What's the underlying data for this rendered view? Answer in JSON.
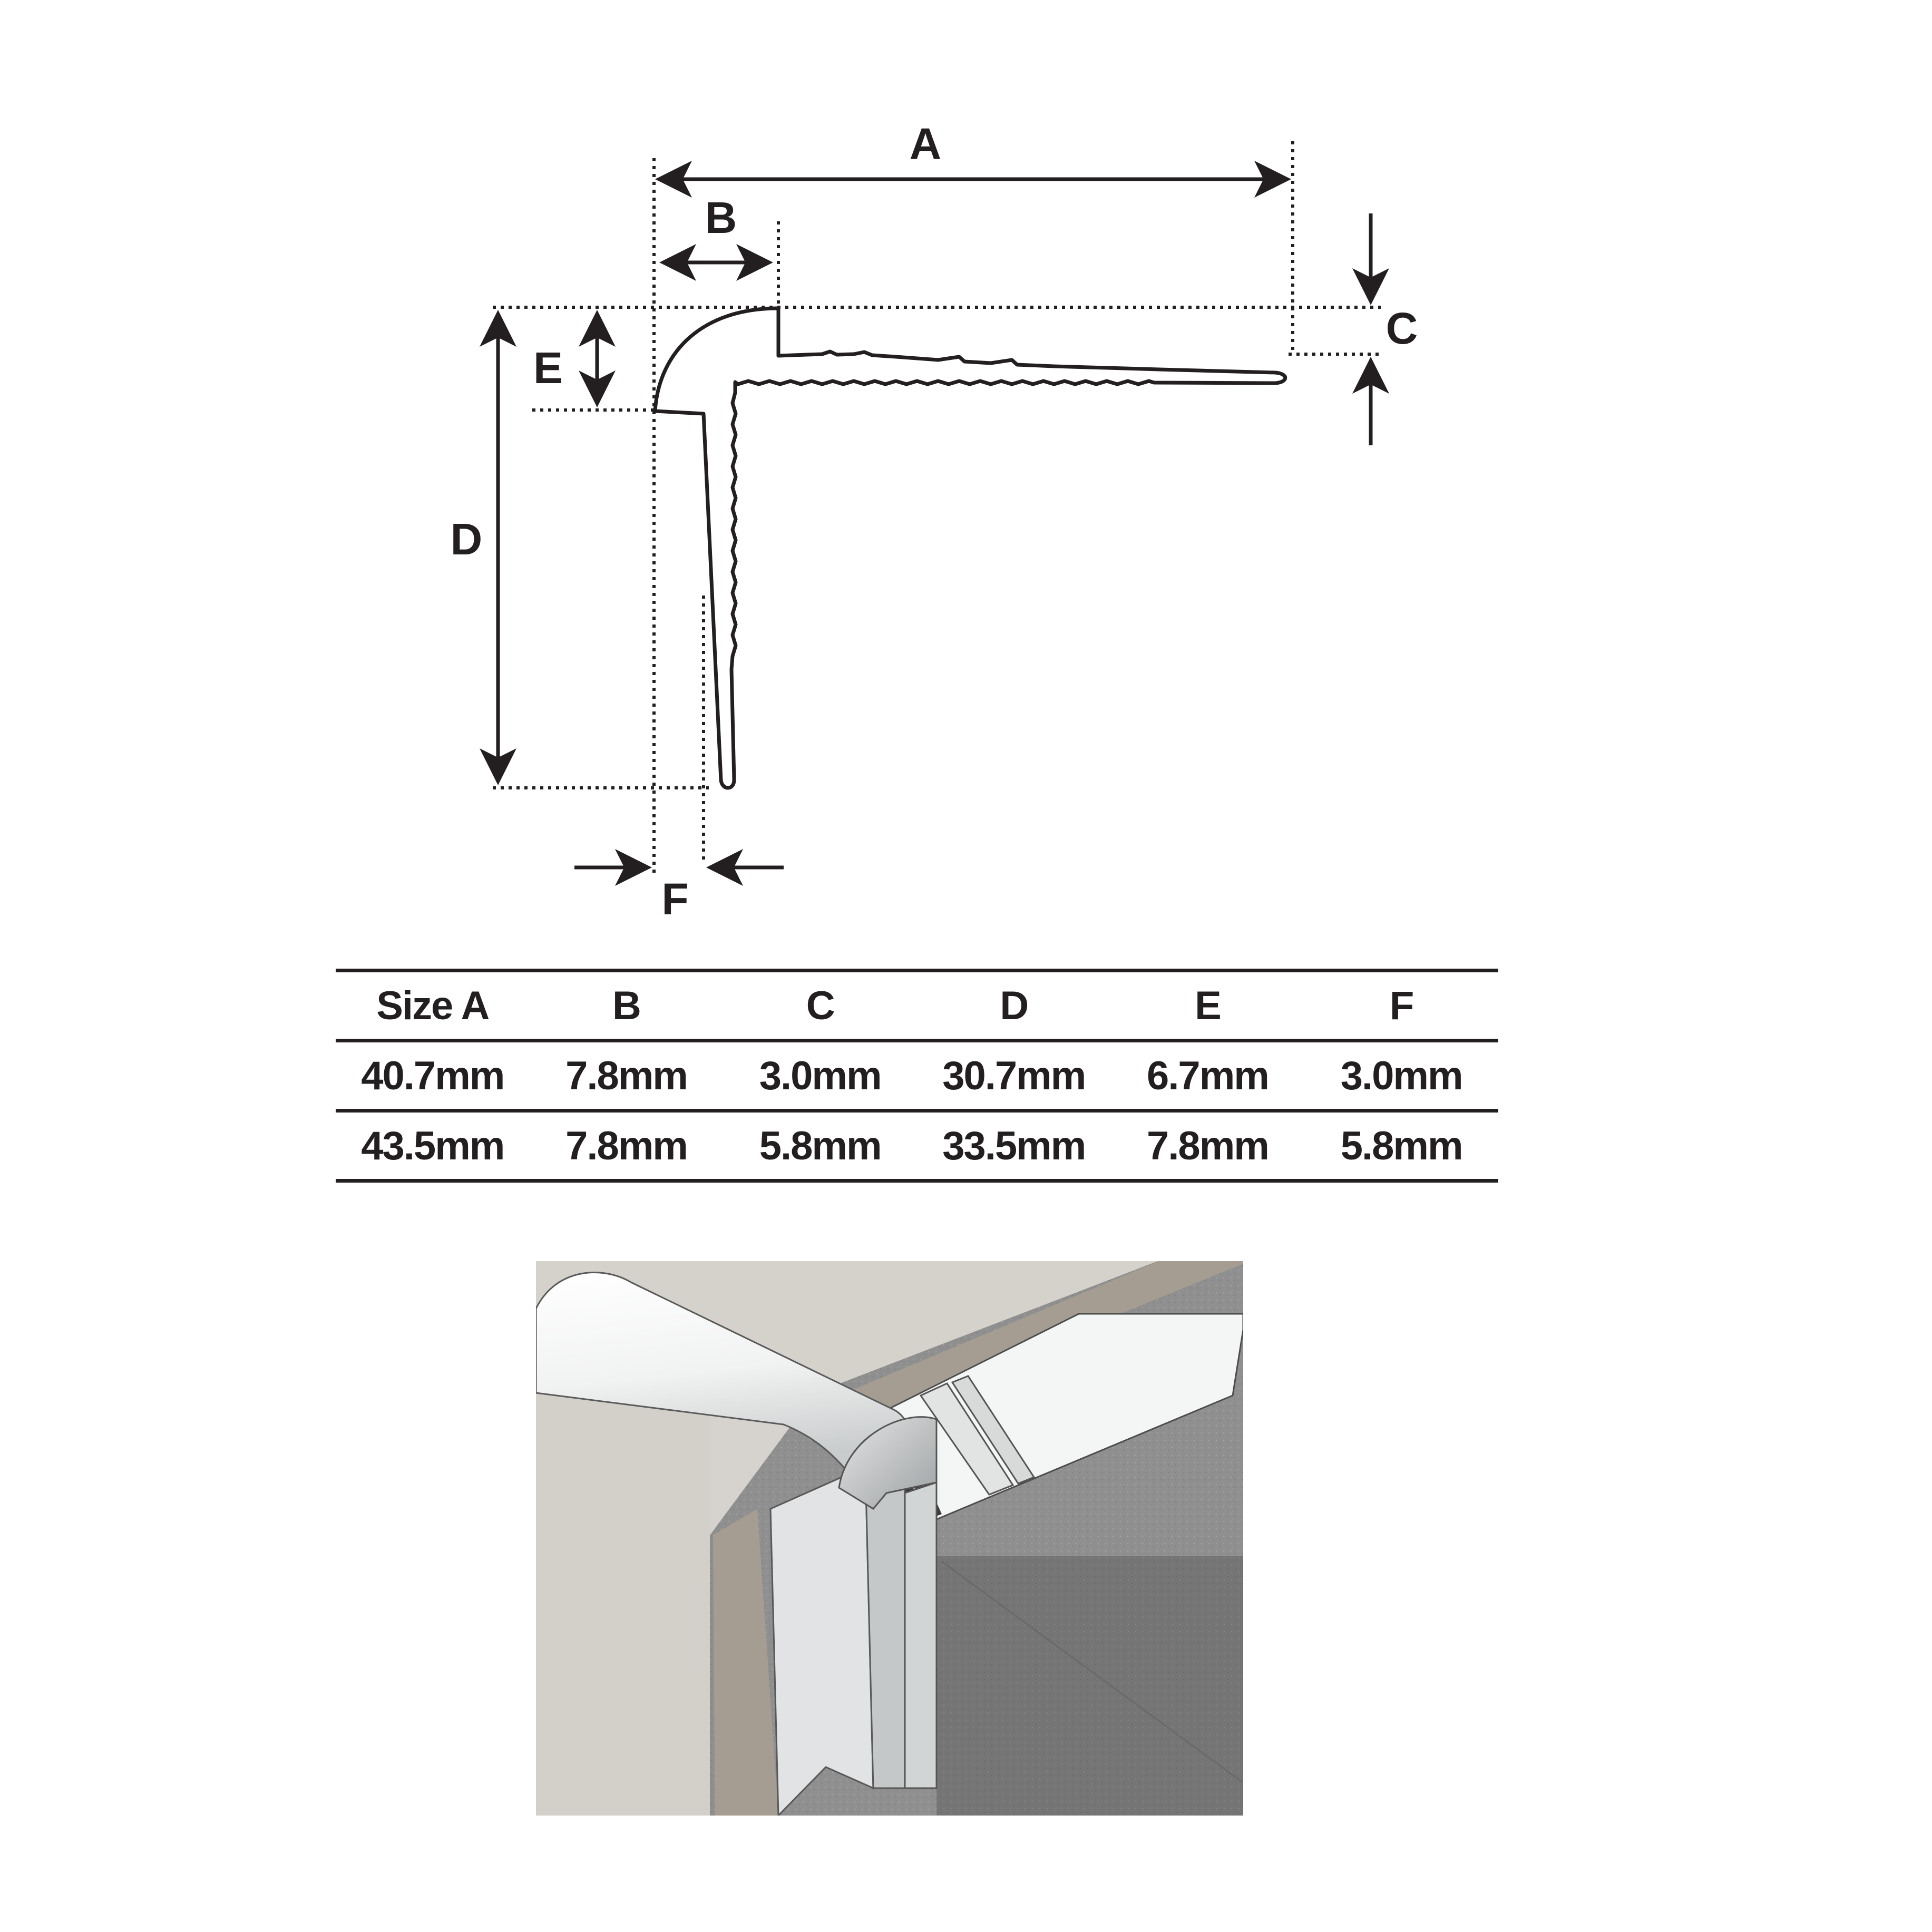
{
  "diagram": {
    "labels": {
      "a": "A",
      "b": "B",
      "c": "C",
      "d": "D",
      "e": "E",
      "f": "F"
    },
    "colors": {
      "ink": "#231f20",
      "wall_light": "#d5d2cc",
      "groove_tan": "#a59d91",
      "concrete": "#8f8f8f",
      "profile_white": "#f2f3f3"
    }
  },
  "table": {
    "headers": [
      "Size A",
      "B",
      "C",
      "D",
      "E",
      "F"
    ],
    "rows": [
      [
        "40.7mm",
        "7.8mm",
        "3.0mm",
        "30.7mm",
        "6.7mm",
        "3.0mm"
      ],
      [
        "43.5mm",
        "7.8mm",
        "5.8mm",
        "33.5mm",
        "7.8mm",
        "5.8mm"
      ]
    ]
  },
  "illustration": {
    "icon": "stair-nosing-installed-illustration"
  }
}
